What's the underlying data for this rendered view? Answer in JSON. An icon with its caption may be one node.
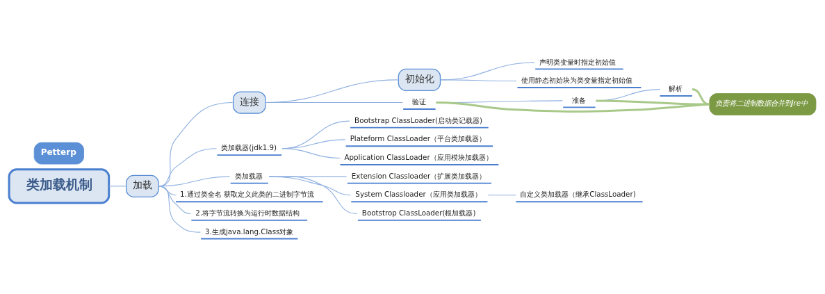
{
  "diagram": {
    "nodes": [
      {
        "text": [
          "类加载机制"
        ]
      },
      {
        "text": [
          "加载"
        ]
      },
      {
        "text": [
          "连接"
        ]
      },
      {
        "text": [
          "初始化"
        ]
      },
      {
        "text": [
          "类加载器(jdk1.9)"
        ]
      },
      {
        "text": [
          "Bootstrap ClassLoader(启动类记载器)"
        ]
      },
      {
        "text": [
          "Plateform ClassLoader（平台类加载器）"
        ]
      },
      {
        "text": [
          "Application ClassLoader（应用模块加载器）"
        ]
      },
      {
        "text": [
          "类加载器"
        ]
      },
      {
        "text": [
          "Extension Classloader（扩展类加载器）"
        ]
      },
      {
        "text": [
          "System Classloader（应用类加载器）"
        ]
      },
      {
        "text": [
          "自定义类加载器（继承ClassLoader)"
        ]
      },
      {
        "text": [
          "Bootstrop ClassLoader(根加载器)"
        ]
      },
      {
        "text": [
          "1.通过类全名 获取定义此类的二进制字节流"
        ]
      },
      {
        "text": [
          "2.将字节流转换为运行时数据结构"
        ]
      },
      {
        "text": [
          "3.生成java.lang.Class对象"
        ]
      },
      {
        "text": [
          "验证"
        ]
      },
      {
        "text": [
          "准备"
        ]
      },
      {
        "text": [
          "解析"
        ]
      },
      {
        "text": [
          "负责将二进制数据合并到jre中"
        ]
      },
      {
        "text": [
          "声明类变量时指定初始值"
        ]
      },
      {
        "text": [
          "使用静态初始块为类变量指定初始值"
        ]
      },
      {
        "text": [
          "Petterp"
        ]
      }
    ],
    "edges": [
      {
        "from": 0,
        "to": 1,
        "arrow": "none"
      },
      {
        "from": 1,
        "to": 2,
        "arrow": "none"
      },
      {
        "from": 2,
        "to": 3,
        "arrow": "none"
      },
      {
        "from": 1,
        "to": 4,
        "arrow": "none"
      },
      {
        "from": 4,
        "to": 5,
        "arrow": "none"
      },
      {
        "from": 4,
        "to": 6,
        "arrow": "none"
      },
      {
        "from": 4,
        "to": 7,
        "arrow": "none"
      },
      {
        "from": 1,
        "to": 8,
        "arrow": "none"
      },
      {
        "from": 8,
        "to": 9,
        "arrow": "none"
      },
      {
        "from": 8,
        "to": 10,
        "arrow": "none"
      },
      {
        "from": 10,
        "to": 11,
        "arrow": "none"
      },
      {
        "from": 8,
        "to": 12,
        "arrow": "none"
      },
      {
        "from": 1,
        "to": 13,
        "arrow": "none"
      },
      {
        "from": 1,
        "to": 14,
        "arrow": "none"
      },
      {
        "from": 1,
        "to": 15,
        "arrow": "none"
      },
      {
        "from": 2,
        "to": 16,
        "arrow": "none"
      },
      {
        "from": 16,
        "to": 17,
        "arrow": "none"
      },
      {
        "from": 17,
        "to": 18,
        "arrow": "none"
      },
      {
        "from": 16,
        "to": 19,
        "arrow": "none",
        "color": "#a9c98a",
        "style": "thick"
      },
      {
        "from": 17,
        "to": 19,
        "arrow": "none",
        "color": "#a9c98a",
        "style": "thick"
      },
      {
        "from": 18,
        "to": 19,
        "arrow": "none",
        "color": "#a9c98a",
        "style": "thick"
      },
      {
        "from": 3,
        "to": 20,
        "arrow": "none"
      },
      {
        "from": 3,
        "to": 21,
        "arrow": "none"
      }
    ]
  }
}
